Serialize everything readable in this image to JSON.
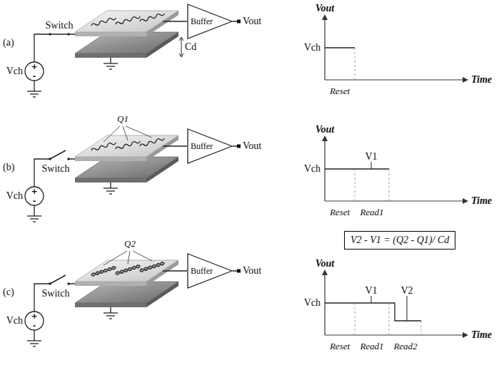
{
  "diagram": {
    "nodes": [
      {
        "text": [
          "Buffer"
        ]
      },
      {
        "text": [
          "Buffer"
        ]
      },
      {
        "text": [
          "V2 - V1 = (Q2 - Q1)/ Cd"
        ]
      },
      {
        "text": [
          "Buffer"
        ]
      }
    ],
    "labels": [
      "(a)",
      "Vch",
      "+",
      "-",
      "Switch",
      "Cd",
      "Vout",
      "Vout",
      "Vch",
      "Time",
      "Reset",
      "Q1",
      "(b)",
      "Vch",
      "+",
      "-",
      "Switch",
      "Vout",
      "Vout",
      "V1",
      "Vch",
      "Time",
      "Reset",
      "Read1",
      "Q2",
      "(c)",
      "Vch",
      "+",
      "-",
      "Switch",
      "Vout",
      "Vout",
      "V1",
      "V2",
      "Vch",
      "Time",
      "Reset",
      "Read1",
      "Read2"
    ]
  }
}
